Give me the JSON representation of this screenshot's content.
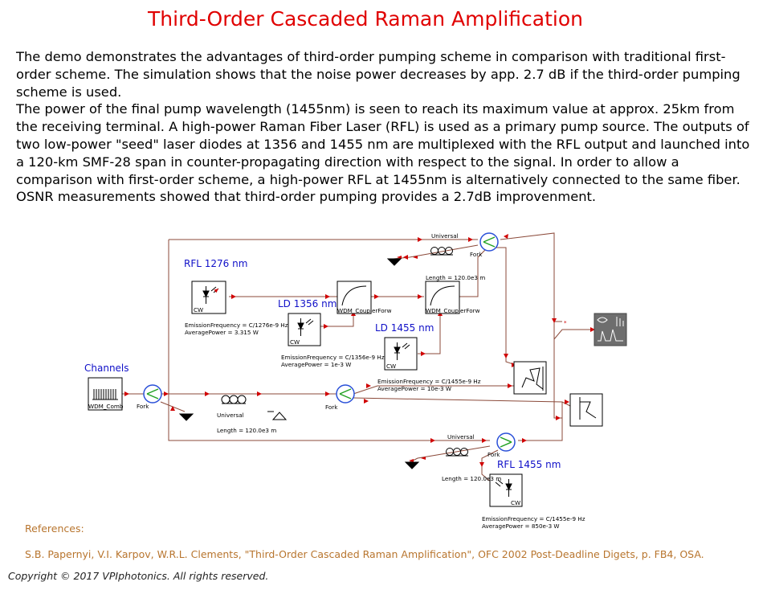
{
  "title": "Third-Order Cascaded Raman Amplification",
  "description": [
    "The demo demonstrates the advantages of third-order pumping scheme in comparison with traditional first-order scheme. The simulation shows that the noise power decreases by app. 2.7 dB if the third-order pumping scheme is used.",
    "The power of the final pump wavelength (1455nm) is seen to reach its maximum value at approx. 25km from the receiving terminal. A high-power Raman Fiber Laser (RFL) is used as a primary pump source. The outputs of two low-power \"seed\" laser diodes at 1356 and 1455 nm are multiplexed with the RFL output and launched into a 120-km SMF-28 span in counter-propagating direction with respect to the signal. In order to allow a comparison with first-order scheme, a high-power RFL at 1455nm is alternatively connected to the same fiber.",
    "OSNR measurements showed that third-order pumping provides a 2.7dB improvenment."
  ],
  "diagram": {
    "groups": {
      "rfl1276": "RFL 1276 nm",
      "ld1356": "LD 1356 nm",
      "ld1455": "LD 1455 nm",
      "channels": "Channels",
      "rfl1455": "RFL 1455 nm"
    },
    "blocks": {
      "cw_rfl1276": {
        "tag": "CW",
        "params": [
          "EmissionFrequency = C/1276e-9 Hz",
          "AveragePower = 3.315 W"
        ]
      },
      "cw_ld1356": {
        "tag": "CW",
        "params": [
          "EmissionFrequency = C/1356e-9 Hz",
          "AveragePower = 1e-3 W"
        ]
      },
      "cw_ld1455": {
        "tag": "CW",
        "params": [
          "EmissionFrequency = C/1455e-9 Hz",
          "AveragePower = 10e-3 W"
        ]
      },
      "cw_rfl1455": {
        "tag": "CW",
        "params": [
          "EmissionFrequency = C/1455e-9 Hz",
          "AveragePower = 850e-3 W"
        ]
      },
      "coupler1": "WDM_CouplerForw",
      "coupler2": "WDM_CouplerForw",
      "wdm_comb": "WDM_Comb",
      "fork_top": "Fork",
      "fork_channels": "Fork",
      "fork_mid": "Fork",
      "fork_bottom": "Fork",
      "fiber_top": {
        "name": "Universal",
        "length": "Length = 120.0e3 m"
      },
      "fiber_mid": {
        "name": "Universal",
        "length": "Length = 120.0e3 m"
      },
      "fiber_bottom": {
        "name": "Universal",
        "length": "Length = 120.0e3 m"
      },
      "switch_marker": "*"
    }
  },
  "references": {
    "label": "References:",
    "text": "S.B. Papernyi, V.I. Karpov, W.R.L. Clements, \"Third-Order Cascaded Raman Amplification\", OFC 2002 Post-Deadline Digets, p. FB4, OSA."
  },
  "copyright": "Copyright © 2017 VPIphotonics. All rights reserved.",
  "colors": {
    "title": "#e00000",
    "group_label": "#1010c8",
    "wire": "#8b4a3a",
    "fork_circle": "#2a50d8",
    "fork_lines": "#20a020",
    "port_arrow": "#d00000",
    "references": "#b8752e",
    "analyzer": "#606060"
  }
}
